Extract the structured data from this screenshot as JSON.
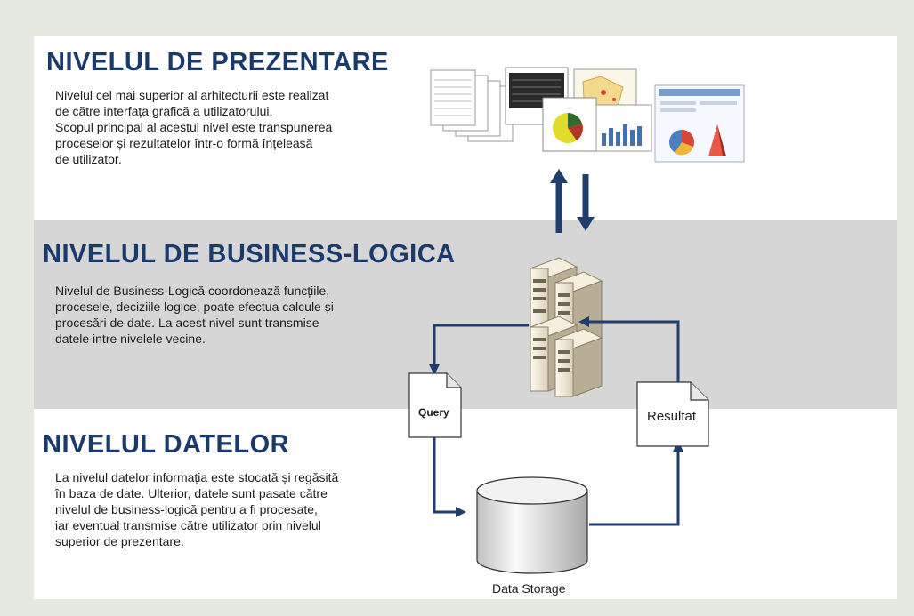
{
  "presentation": {
    "title": "NIVELUL DE PREZENTARE",
    "lines": [
      "Nivelul cel mai superior al arhitecturii este realizat",
      "de către interfața grafică a utilizatorului.",
      "Scopul principal al acestui nivel este transpunerea",
      "proceselor și rezultatelor într-o formă înțeleasă",
      "de utilizator."
    ]
  },
  "business": {
    "title": "NIVELUL DE BUSINESS-LOGICA",
    "lines": [
      "Nivelul de Business-Logică coordonează funcțiile,",
      "procesele, deciziile logice, poate efectua calcule și",
      "procesări de date. La acest nivel sunt transmise",
      "datele intre nivelele vecine."
    ]
  },
  "data_layer": {
    "title": "NIVELUL DATELOR",
    "lines": [
      "La nivelul datelor informația este stocată și regăsită",
      "în baza de date. Ulterior, datele sunt pasate către",
      "nivelul de business-logică pentru a fi procesate,",
      "iar eventual transmise către utilizator prin nivelul",
      "superior de prezentare."
    ]
  },
  "documents": {
    "query": "Query",
    "result": "Resultat"
  },
  "storage": {
    "label": "Data Storage"
  },
  "colors": {
    "title": "#1a3a6b",
    "arrow": "#1f3e6e",
    "band_gray": "#d6d6d6",
    "frame": "#e6e9df"
  },
  "icons": [
    "screenshots-collage-icon",
    "server-cluster-icon",
    "document-icon",
    "database-cylinder-icon"
  ]
}
